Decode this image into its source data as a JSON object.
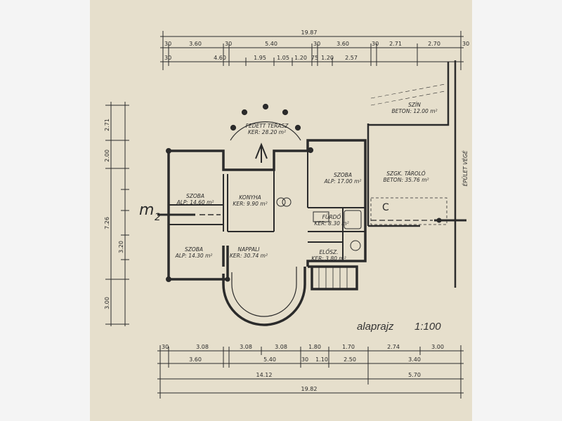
{
  "title": "alaprajz",
  "scale": "1:100",
  "section_mark": "m",
  "section_num": "2",
  "compass_letter": "C",
  "top_dims": {
    "overall": "19.87",
    "row1": [
      "30",
      "3.60",
      "30",
      "5.40",
      "30",
      "3.60",
      "30",
      "2.71",
      "2.70",
      "30"
    ],
    "row2": [
      "30",
      "4.60",
      "1.95",
      "1.05",
      "1.20",
      "75",
      "1.20",
      "2.57"
    ]
  },
  "bottom_dims": {
    "row1": [
      "30",
      "3.08",
      "3.08",
      "3.08",
      "1.80",
      "1.70",
      "2.74",
      "3.00"
    ],
    "row2": [
      "3.60",
      "5.40",
      "30",
      "1.10",
      "2.50",
      "3.40"
    ],
    "row3": [
      "14.12",
      "5.70"
    ],
    "overall": "19.82"
  },
  "left_dims": [
    "2.71",
    "2.00",
    "7.26",
    "3.20",
    "3.00"
  ],
  "rooms": [
    {
      "name": "FEDETT TERASZ",
      "area": "KER: 28.20 m²"
    },
    {
      "name": "SZOBA",
      "area": "ALP: 14.60 m²"
    },
    {
      "name": "KONYHA",
      "area": "KER: 9.90 m²"
    },
    {
      "name": "SZOBA",
      "area": "ALP: 17.00 m²"
    },
    {
      "name": "FÜRDŐ",
      "area": "KER: 8.30 m²"
    },
    {
      "name": "NAPPALI",
      "area": "KER: 30.74 m²"
    },
    {
      "name": "SZOBA",
      "area": "ALP: 14.30 m²"
    },
    {
      "name": "ELŐSZ.",
      "area": "KER: 3.80 m²"
    },
    {
      "name": "SZÍN",
      "area": "BETON: 12.00 m²"
    },
    {
      "name": "SZGK. TÁROLÓ",
      "area": "BETON: 35.76 m²"
    }
  ],
  "neighbor_label": "ÉPÜLET VÉGÉ",
  "colors": {
    "paper": "#e6dfcc",
    "ink": "#2b2b2b"
  }
}
